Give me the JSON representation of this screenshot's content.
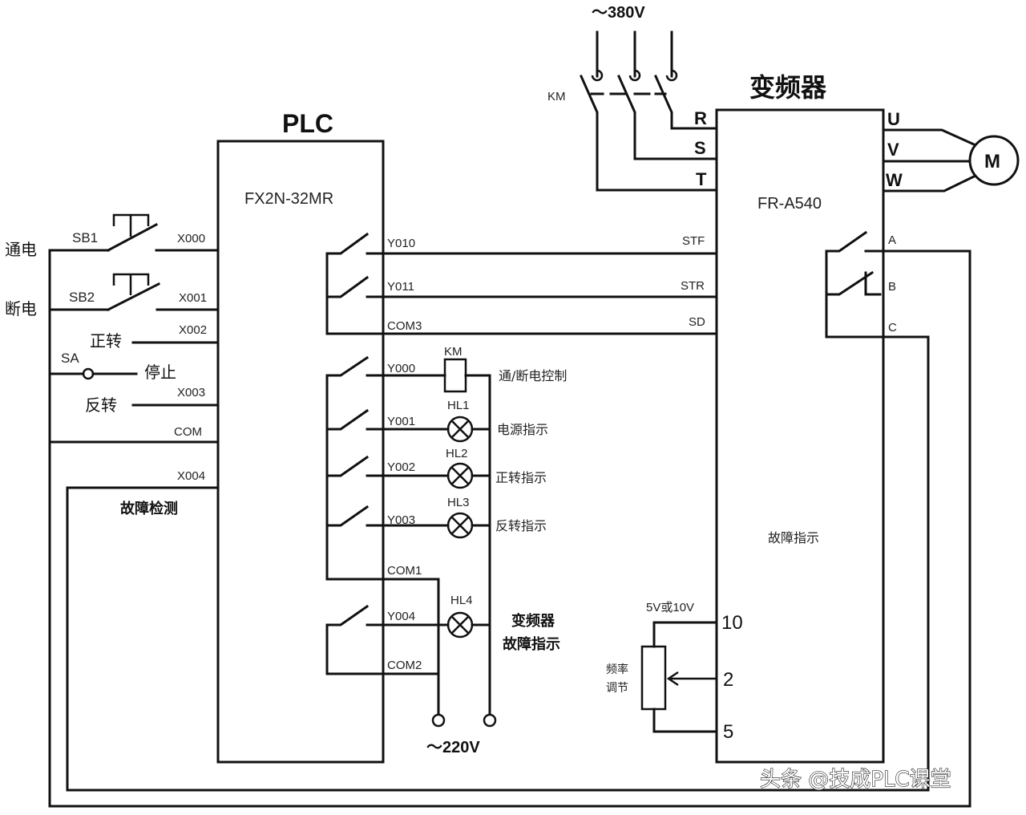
{
  "plc": {
    "title": "PLC",
    "model": "FX2N-32MR",
    "inputs": {
      "x000": "X000",
      "x001": "X001",
      "x002": "X002",
      "x003": "X003",
      "com": "COM",
      "x004": "X004"
    },
    "outputs": {
      "y010": "Y010",
      "y011": "Y011",
      "com3": "COM3",
      "y000": "Y000",
      "y001": "Y001",
      "y002": "Y002",
      "y003": "Y003",
      "com1": "COM1",
      "y004": "Y004",
      "com2": "COM2"
    }
  },
  "inverter": {
    "title": "变频器",
    "model": "FR-A540",
    "power_terminals": {
      "r": "R",
      "s": "S",
      "t": "T"
    },
    "motor_terminals": {
      "u": "U",
      "v": "V",
      "w": "W"
    },
    "control_terminals": {
      "stf": "STF",
      "str": "STR",
      "sd": "SD"
    },
    "relay_terminals": {
      "a": "A",
      "b": "B",
      "c": "C"
    },
    "analog_terminals": {
      "t10": "10",
      "t2": "2",
      "t5": "5"
    },
    "fault_label": "故障指示",
    "ref_voltage": "5V或10V"
  },
  "motor": {
    "label": "M"
  },
  "supply": {
    "three_phase": "～380V",
    "single_phase": "～220V",
    "contactor": "KM"
  },
  "input_devices": {
    "sb1": {
      "id": "SB1",
      "function": "通电"
    },
    "sb2": {
      "id": "SB2",
      "function": "断电"
    },
    "sa": {
      "id": "SA",
      "forward": "正转",
      "stop": "停止",
      "reverse": "反转"
    },
    "fault_detect": "故障检测"
  },
  "output_devices": [
    {
      "id": "KM",
      "function": "通/断电控制"
    },
    {
      "id": "HL1",
      "function": "电源指示"
    },
    {
      "id": "HL2",
      "function": "正转指示"
    },
    {
      "id": "HL3",
      "function": "反转指示"
    },
    {
      "id": "HL4",
      "function_line1": "变频器",
      "function_line2": "故障指示"
    }
  ],
  "potentiometer": {
    "label_line1": "频率",
    "label_line2": "调节"
  },
  "watermark": "头条 @技成PLC课堂"
}
